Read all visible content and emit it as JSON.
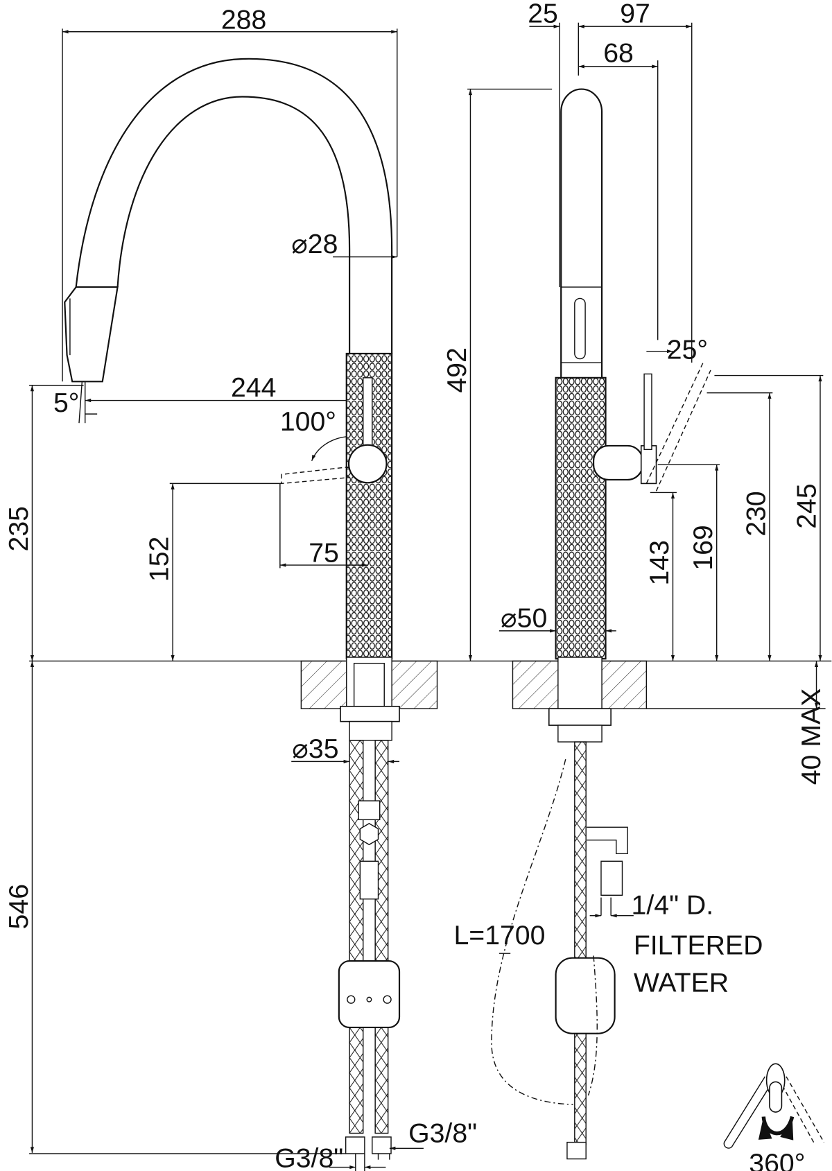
{
  "drawing": {
    "left_view": {
      "overall_width": "288",
      "spout_reach": "244",
      "spout_diameter": "⌀28",
      "spray_angle": "5°",
      "lever_angle": "100°",
      "spout_height": "235",
      "lever_height": "152",
      "lever_reach": "75",
      "shank_diameter": "⌀35",
      "below_deck_length": "546",
      "connection_left": "G3/8\"",
      "connection_right": "G3/8\""
    },
    "right_view": {
      "offset_top": "25",
      "depth_total": "97",
      "depth_spout": "68",
      "total_height": "492",
      "lever_tilt": "25°",
      "height_143": "143",
      "height_169": "169",
      "height_230": "230",
      "height_245": "245",
      "body_diameter": "⌀50",
      "deck_thickness": "40 MAX",
      "hose_length": "L=1700",
      "filter_conn_line1": "1/4\" D.",
      "filter_conn_line2": "FILTERED",
      "filter_conn_line3": "WATER"
    },
    "rotation_label": "360°"
  }
}
